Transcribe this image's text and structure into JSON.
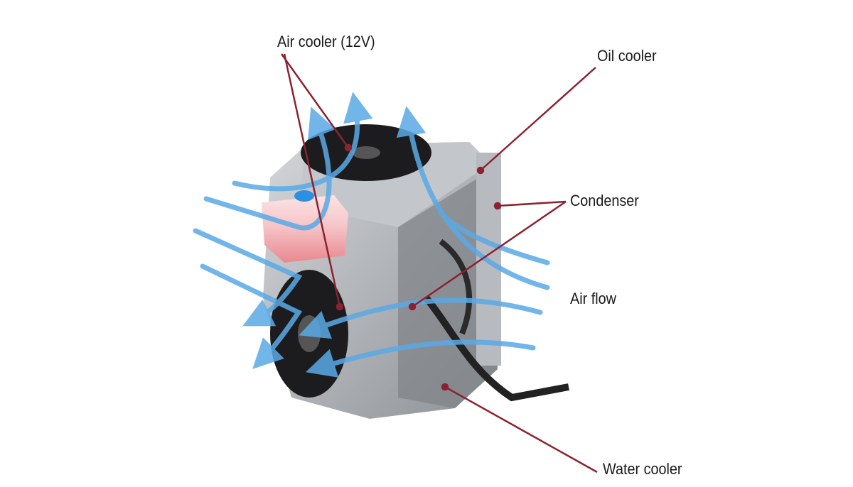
{
  "labels": {
    "air_cooler": "Air cooler (12V)",
    "oil_cooler": "Oil cooler",
    "condenser": "Condenser",
    "air_flow": "Air flow",
    "water_cooler": "Water cooler"
  },
  "colors": {
    "leader_line": "#8c2230",
    "air_flow_arrow": "#5aa9e6",
    "tank": "#f2a3a8",
    "frame": "#a9acb0",
    "fan": "#1c1c1e"
  }
}
